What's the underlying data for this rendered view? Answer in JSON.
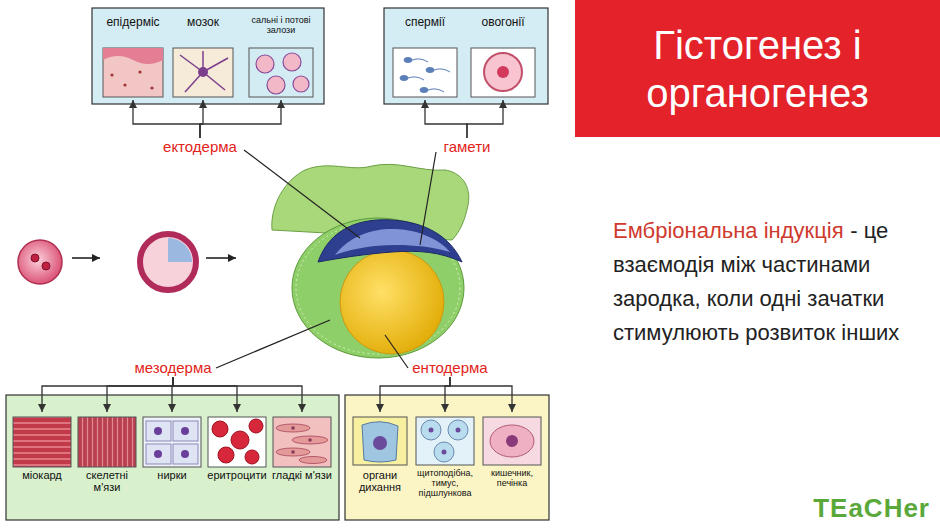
{
  "diagram": {
    "title": "Гістогенез і органогенез",
    "nodes": [
      {
        "text": [
          "епідерміс"
        ]
      },
      {
        "text": [
          "мозок"
        ]
      },
      {
        "text": [
          "сальні і потові залози"
        ]
      },
      {
        "text": [
          "спермії"
        ]
      },
      {
        "text": [
          "овогонії"
        ]
      },
      {
        "text": [
          "ектодерма"
        ]
      },
      {
        "text": [
          "гамети"
        ]
      },
      {
        "text": [
          "мезодерма"
        ]
      },
      {
        "text": [
          "ентодерма"
        ]
      },
      {
        "text": [
          "міокард"
        ]
      },
      {
        "text": [
          "скелетні м'язи"
        ]
      },
      {
        "text": [
          "нирки"
        ]
      },
      {
        "text": [
          "еритроцити"
        ]
      },
      {
        "text": [
          "гладкі м'язи"
        ]
      },
      {
        "text": [
          "органи дихання"
        ]
      },
      {
        "text": [
          "щитоподібна, тимус, підшлункова"
        ]
      },
      {
        "text": [
          "кишечник, печінка"
        ]
      }
    ],
    "edges": [
      {
        "from": 5,
        "to": 0,
        "arrow": "to"
      },
      {
        "from": 5,
        "to": 1,
        "arrow": "to"
      },
      {
        "from": 5,
        "to": 2,
        "arrow": "to"
      },
      {
        "from": 6,
        "to": 3,
        "arrow": "to"
      },
      {
        "from": 6,
        "to": 4,
        "arrow": "to"
      },
      {
        "from": 7,
        "to": 9,
        "arrow": "to"
      },
      {
        "from": 7,
        "to": 10,
        "arrow": "to"
      },
      {
        "from": 7,
        "to": 11,
        "arrow": "to"
      },
      {
        "from": 7,
        "to": 12,
        "arrow": "to"
      },
      {
        "from": 7,
        "to": 13,
        "arrow": "to"
      },
      {
        "from": 8,
        "to": 14,
        "arrow": "to"
      },
      {
        "from": 8,
        "to": 15,
        "arrow": "to"
      },
      {
        "from": 8,
        "to": 16,
        "arrow": "to"
      }
    ],
    "labels": [
      "Ембріональна індукція",
      "- це взаємодія між частинами зародка, коли одні зачатки стимулюють розвиток інших",
      "TEaCHer"
    ]
  }
}
